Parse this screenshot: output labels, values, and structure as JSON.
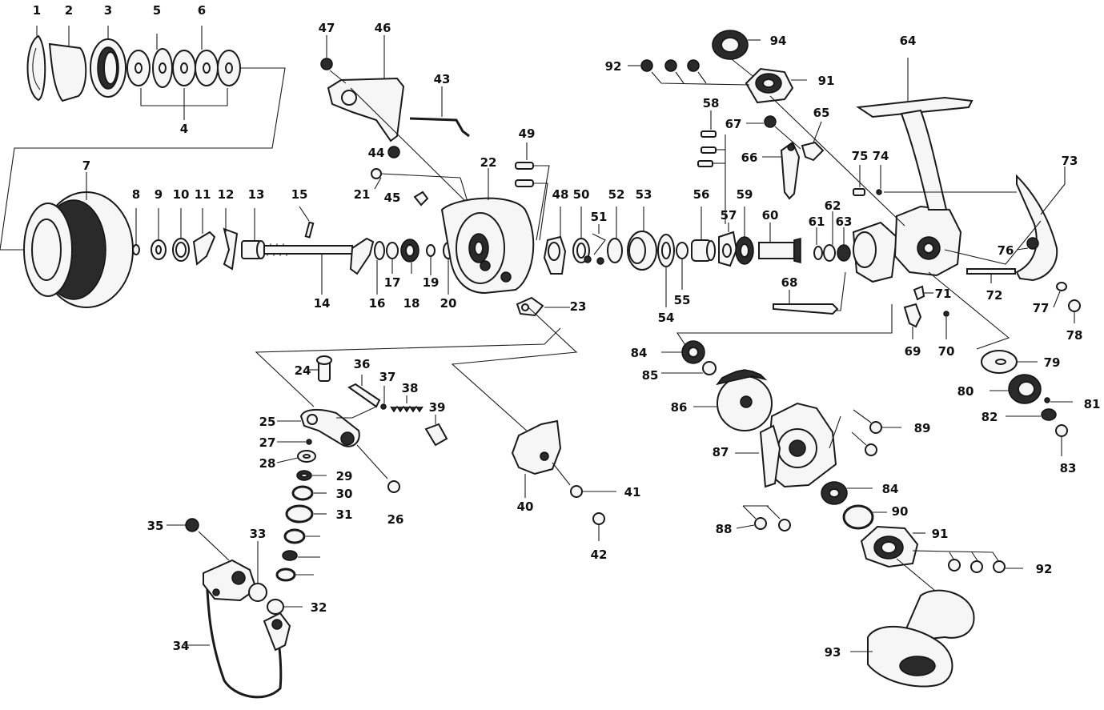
{
  "diagram": {
    "colors": {
      "ink": "#1a1a1a",
      "paper": "#ffffff",
      "fill": "#f6f6f6"
    },
    "part_numbers": [
      "1",
      "2",
      "3",
      "4",
      "5",
      "6",
      "7",
      "8",
      "9",
      "10",
      "11",
      "12",
      "13",
      "14",
      "15",
      "16",
      "17",
      "18",
      "19",
      "20",
      "21",
      "22",
      "23",
      "24",
      "25",
      "26",
      "27",
      "28",
      "29",
      "30",
      "31",
      "32",
      "33",
      "34",
      "35",
      "36",
      "37",
      "38",
      "39",
      "40",
      "41",
      "42",
      "43",
      "44",
      "45",
      "46",
      "47",
      "48",
      "49",
      "50",
      "51",
      "52",
      "53",
      "54",
      "55",
      "56",
      "57",
      "58",
      "59",
      "60",
      "61",
      "62",
      "63",
      "64",
      "65",
      "66",
      "67",
      "68",
      "69",
      "70",
      "71",
      "72",
      "73",
      "74",
      "75",
      "76",
      "77",
      "78",
      "79",
      "80",
      "81",
      "82",
      "83",
      "84",
      "85",
      "86",
      "87",
      "88",
      "89",
      "90",
      "91",
      "92",
      "93",
      "94"
    ]
  }
}
